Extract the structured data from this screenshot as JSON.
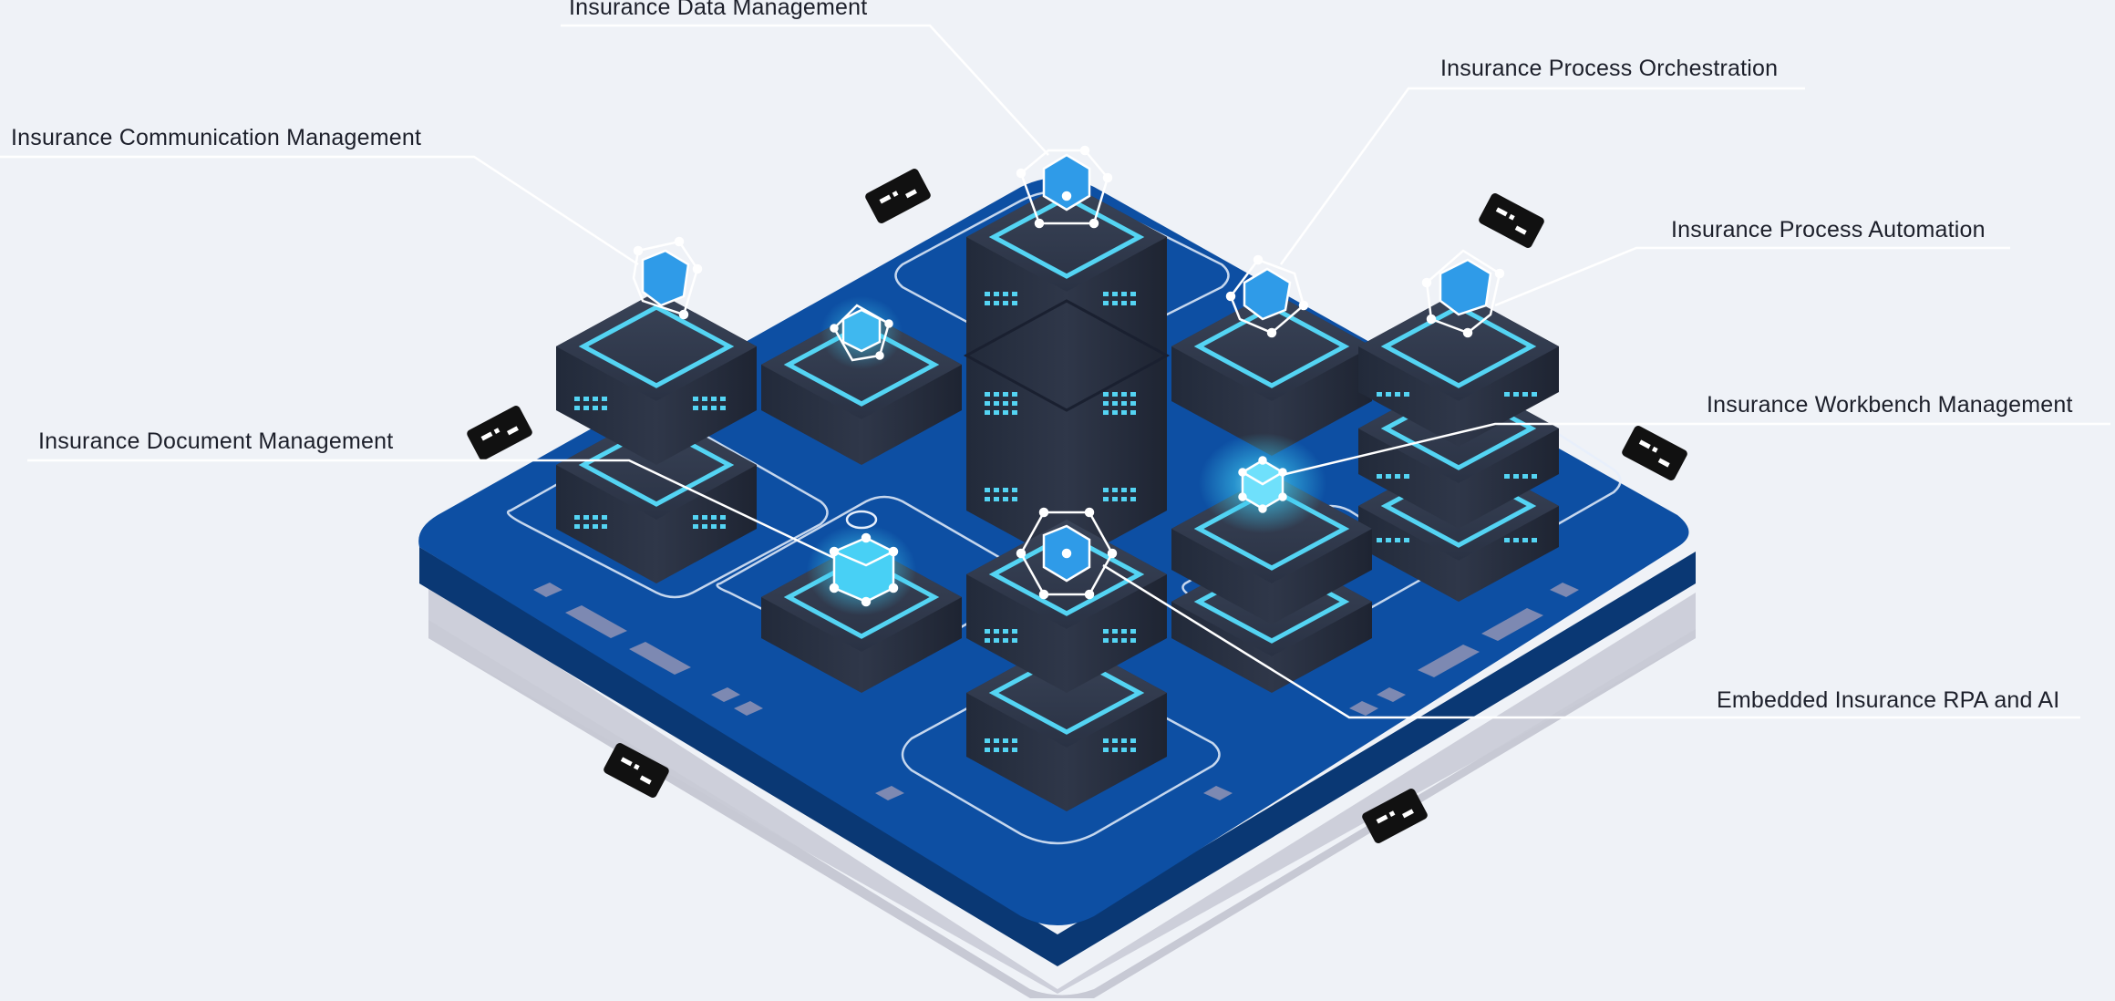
{
  "colors": {
    "background": "#eff2f7",
    "platform": "#0d4fa3",
    "platform_dark": "#0a3f86",
    "tower": "#2b3344",
    "tower_side": "#1f2533",
    "glow": "#54d4f3",
    "cube": "#2f9be8",
    "chip": "#111111"
  },
  "callouts": [
    {
      "id": "data",
      "label": "Insurance Data Management"
    },
    {
      "id": "orchestration",
      "label": "Insurance Process Orchestration"
    },
    {
      "id": "communication",
      "label": "Insurance Communication Management"
    },
    {
      "id": "automation",
      "label": "Insurance Process Automation"
    },
    {
      "id": "workbench",
      "label": "Insurance Workbench Management"
    },
    {
      "id": "document",
      "label": "Insurance Document Management"
    },
    {
      "id": "rpa",
      "label": "Embedded Insurance RPA and AI"
    }
  ]
}
